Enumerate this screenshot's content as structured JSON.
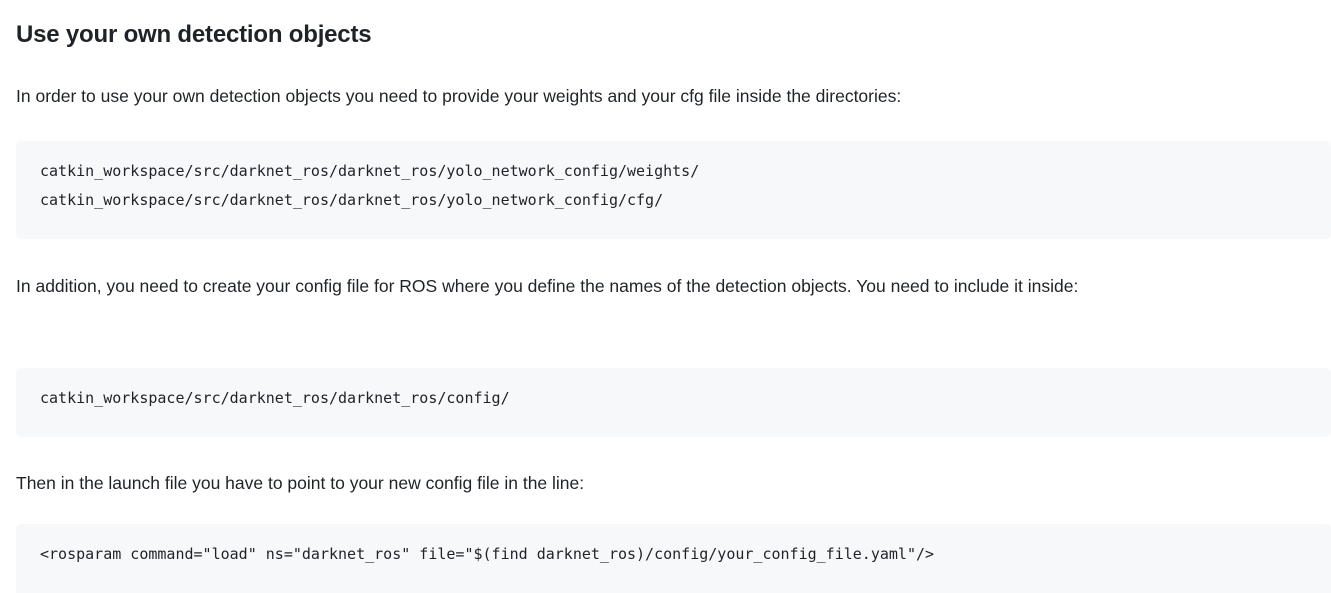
{
  "document": {
    "heading": "Use your own detection objects",
    "paragraphs": {
      "intro": "In order to use your own detection objects you need to provide your weights and your cfg file inside the directories:",
      "config": "In addition, you need to create your config file for ROS where you define the names of the detection objects. You need to include it inside:",
      "launch": "Then in the launch file you have to point to your new config file in the line:"
    },
    "code_blocks": [
      {
        "name": "network-config-directories",
        "lines": [
          "catkin_workspace/src/darknet_ros/darknet_ros/yolo_network_config/weights/",
          "catkin_workspace/src/darknet_ros/darknet_ros/yolo_network_config/cfg/"
        ]
      },
      {
        "name": "ros-config-directory",
        "lines": [
          "catkin_workspace/src/darknet_ros/darknet_ros/config/"
        ]
      },
      {
        "name": "launch-file-rosparam",
        "lines": [
          "<rosparam command=\"load\" ns=\"darknet_ros\" file=\"$(find darknet_ros)/config/your_config_file.yaml\"/>"
        ]
      }
    ]
  },
  "colors": {
    "background": "#ffffff",
    "text": "#1f2328",
    "code_background": "#f6f8fa",
    "code_text": "#1f2328"
  }
}
